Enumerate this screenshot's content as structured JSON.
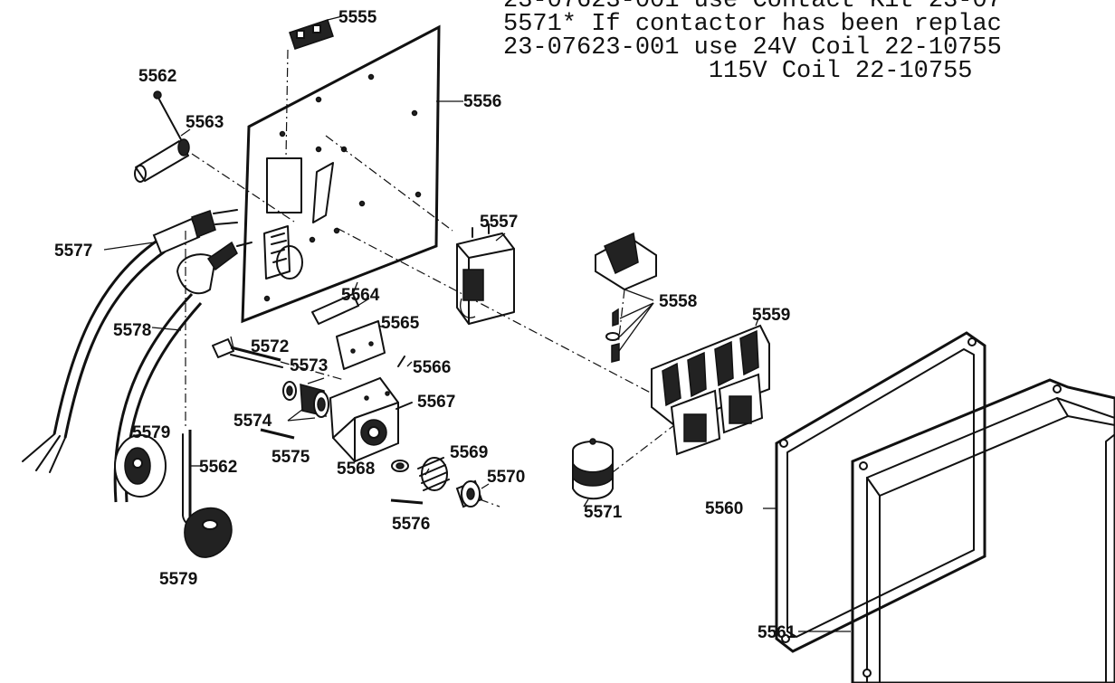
{
  "notes": {
    "line1": "23-07623-001 use Contact Kit 23-07",
    "line2": "5571* If contactor has been replac",
    "line3": "23-07623-001 use 24V Coil 22-10755",
    "line4": "              115V Coil 22-10755"
  },
  "callouts": {
    "c5555": "5555",
    "c5556": "5556",
    "c5557": "5557",
    "c5558": "5558",
    "c5559": "5559",
    "c5560": "5560",
    "c5561": "5561",
    "c5562a": "5562",
    "c5562b": "5562",
    "c5563": "5563",
    "c5564": "5564",
    "c5565": "5565",
    "c5566": "5566",
    "c5567": "5567",
    "c5568": "5568",
    "c5569": "5569",
    "c5570": "5570",
    "c5571": "5571",
    "c5572": "5572",
    "c5573": "5573",
    "c5574": "5574",
    "c5575": "5575",
    "c5576": "5576",
    "c5577": "5577",
    "c5578": "5578",
    "c5579a": "5579",
    "c5579b": "5579"
  }
}
